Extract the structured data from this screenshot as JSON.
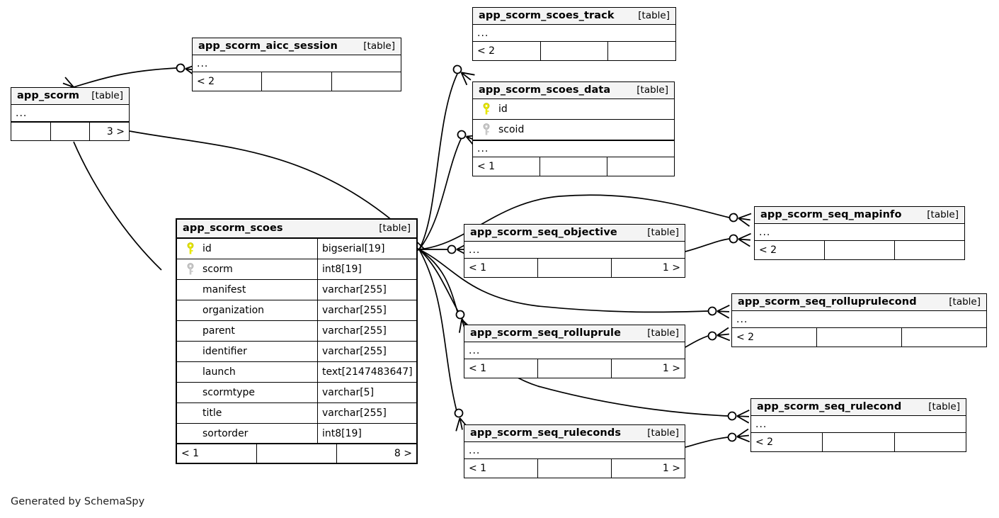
{
  "diagram": {
    "generator_caption": "Generated by SchemaSpy",
    "table_tag": "[table]",
    "ellipsis": "...",
    "colors": {
      "primary_key": "#e8e800",
      "foreign_key": "#bdbdbd",
      "header_bg": "#f4f4f4",
      "border": "#000000",
      "background": "#ffffff"
    }
  },
  "tables": {
    "app_scorm": {
      "name": "app_scorm",
      "tag": "[table]",
      "ellipsis": "...",
      "footer": [
        "",
        "",
        "3 >"
      ]
    },
    "app_scorm_aicc_session": {
      "name": "app_scorm_aicc_session",
      "tag": "[table]",
      "ellipsis": "...",
      "footer": [
        "< 2",
        "",
        ""
      ]
    },
    "app_scorm_scoes_track": {
      "name": "app_scorm_scoes_track",
      "tag": "[table]",
      "ellipsis": "...",
      "footer": [
        "< 2",
        "",
        ""
      ]
    },
    "app_scorm_scoes_data": {
      "name": "app_scorm_scoes_data",
      "tag": "[table]",
      "ellipsis": "...",
      "columns": [
        {
          "name": "id",
          "key": "primary"
        },
        {
          "name": "scoid",
          "key": "foreign"
        }
      ],
      "footer": [
        "< 1",
        "",
        ""
      ]
    },
    "app_scorm_scoes": {
      "name": "app_scorm_scoes",
      "tag": "[table]",
      "columns": [
        {
          "name": "id",
          "type": "bigserial[19]",
          "key": "primary"
        },
        {
          "name": "scorm",
          "type": "int8[19]",
          "key": "foreign"
        },
        {
          "name": "manifest",
          "type": "varchar[255]",
          "key": "none"
        },
        {
          "name": "organization",
          "type": "varchar[255]",
          "key": "none"
        },
        {
          "name": "parent",
          "type": "varchar[255]",
          "key": "none"
        },
        {
          "name": "identifier",
          "type": "varchar[255]",
          "key": "none"
        },
        {
          "name": "launch",
          "type": "text[2147483647]",
          "key": "none"
        },
        {
          "name": "scormtype",
          "type": "varchar[5]",
          "key": "none"
        },
        {
          "name": "title",
          "type": "varchar[255]",
          "key": "none"
        },
        {
          "name": "sortorder",
          "type": "int8[19]",
          "key": "none"
        }
      ],
      "footer": [
        "< 1",
        "",
        "8 >"
      ]
    },
    "app_scorm_seq_mapinfo": {
      "name": "app_scorm_seq_mapinfo",
      "tag": "[table]",
      "ellipsis": "...",
      "footer": [
        "< 2",
        "",
        ""
      ]
    },
    "app_scorm_seq_objective": {
      "name": "app_scorm_seq_objective",
      "tag": "[table]",
      "ellipsis": "...",
      "footer": [
        "< 1",
        "",
        "1 >"
      ]
    },
    "app_scorm_seq_rolluprulecond": {
      "name": "app_scorm_seq_rolluprulecond",
      "tag": "[table]",
      "ellipsis": "...",
      "footer": [
        "< 2",
        "",
        ""
      ]
    },
    "app_scorm_seq_rolluprule": {
      "name": "app_scorm_seq_rolluprule",
      "tag": "[table]",
      "ellipsis": "...",
      "footer": [
        "< 1",
        "",
        "1 >"
      ]
    },
    "app_scorm_seq_rulecond": {
      "name": "app_scorm_seq_rulecond",
      "tag": "[table]",
      "ellipsis": "...",
      "footer": [
        "< 2",
        "",
        ""
      ]
    },
    "app_scorm_seq_ruleconds": {
      "name": "app_scorm_seq_ruleconds",
      "tag": "[table]",
      "ellipsis": "...",
      "footer": [
        "< 1",
        "",
        "1 >"
      ]
    }
  }
}
